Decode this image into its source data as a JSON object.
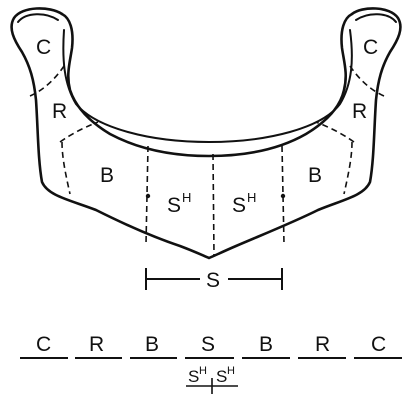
{
  "regions": {
    "condyle": "C",
    "ramus": "R",
    "body": "B",
    "symphysis": "S",
    "half_symphysis": "S",
    "half_symphysis_superscript": "H"
  },
  "measure_label": "S",
  "legend_row": [
    "C",
    "R",
    "B",
    "S",
    "B",
    "R",
    "C"
  ],
  "legend_sub": {
    "base": "S",
    "superscript": "H"
  },
  "colors": {
    "line": "#111111",
    "background": "#ffffff"
  }
}
